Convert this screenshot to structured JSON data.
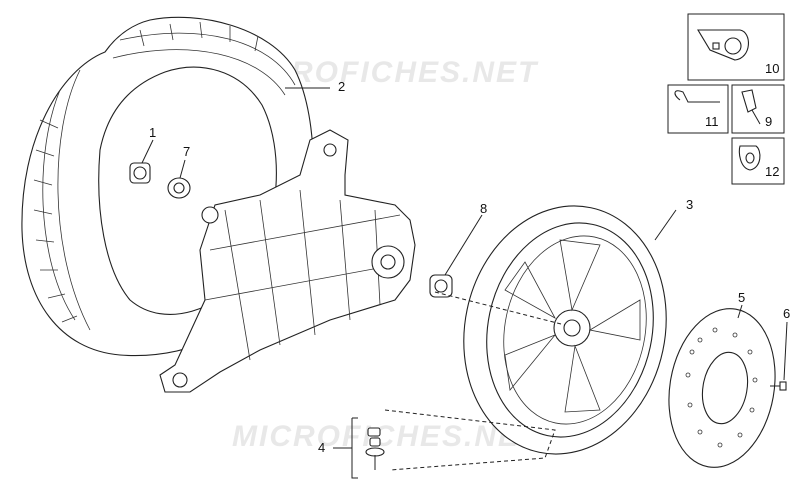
{
  "watermark": "MICROFICHES.NET",
  "callouts": {
    "tyre": "2",
    "wheel": "3",
    "screw_kit": "4",
    "brake_disc": "5",
    "disc_screw": "6",
    "nut": "1",
    "spacer": "7",
    "bearing_spacer": "8"
  },
  "kit_boxes": {
    "plate": "10",
    "pin": "11",
    "valve": "9",
    "tab": "12"
  }
}
